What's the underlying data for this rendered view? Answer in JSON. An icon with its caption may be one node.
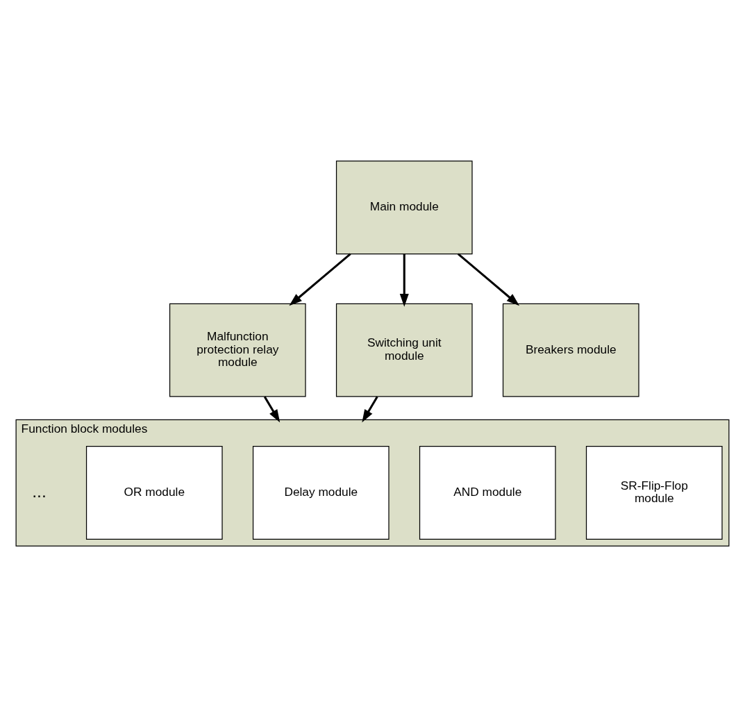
{
  "diagram": {
    "nodes": [
      {
        "text": [
          "Main module"
        ]
      },
      {
        "text": [
          "Malfunction protection relay module"
        ]
      },
      {
        "text": [
          "Switching unit module"
        ]
      },
      {
        "text": [
          "Breakers module"
        ]
      },
      {
        "text": [
          "Function block modules"
        ]
      },
      {
        "text": [
          "SR-Flip-Flop module"
        ],
        "in": 4
      },
      {
        "text": [
          "AND module"
        ],
        "in": 4
      },
      {
        "text": [
          "Delay module"
        ],
        "in": 4
      },
      {
        "text": [
          "OR module"
        ],
        "in": 4
      }
    ],
    "edges": [
      {
        "from": 0,
        "to": 1,
        "arrow": "to"
      },
      {
        "from": 0,
        "to": 2,
        "arrow": "to"
      },
      {
        "from": 0,
        "to": 3,
        "arrow": "to"
      },
      {
        "from": 1,
        "to": 4,
        "arrow": "to"
      },
      {
        "from": 2,
        "to": 4,
        "arrow": "to"
      }
    ],
    "labels": [
      "..."
    ]
  }
}
